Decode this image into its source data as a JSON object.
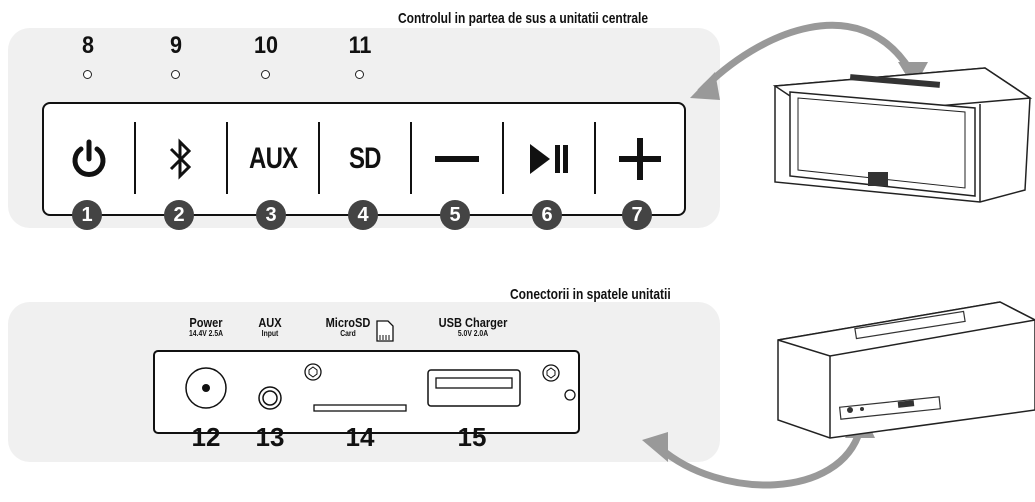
{
  "top_panel": {
    "caption": "Controlul in partea de sus a unitatii centrale",
    "leds": [
      {
        "num": "8"
      },
      {
        "num": "9"
      },
      {
        "num": "10"
      },
      {
        "num": "11"
      }
    ],
    "buttons": [
      {
        "num": "1",
        "icon": "power-icon"
      },
      {
        "num": "2",
        "icon": "bluetooth-icon"
      },
      {
        "num": "3",
        "label": "AUX"
      },
      {
        "num": "4",
        "label": "SD"
      },
      {
        "num": "5",
        "icon": "minus-icon"
      },
      {
        "num": "6",
        "icon": "play-pause-icon"
      },
      {
        "num": "7",
        "icon": "plus-icon"
      }
    ]
  },
  "back_panel": {
    "caption": "Conectorii in spatele unitatii",
    "connectors": [
      {
        "num": "12",
        "title": "Power",
        "sub": "14.4V 2.5A"
      },
      {
        "num": "13",
        "title": "AUX",
        "sub": "Input"
      },
      {
        "num": "14",
        "title": "MicroSD",
        "sub": "Card"
      },
      {
        "num": "15",
        "title": "USB Charger",
        "sub": "5.0V 2.0A"
      }
    ]
  },
  "colors": {
    "panel_bg": "#f0f0f0",
    "number_circle": "#444444",
    "arrow": "#999999"
  }
}
